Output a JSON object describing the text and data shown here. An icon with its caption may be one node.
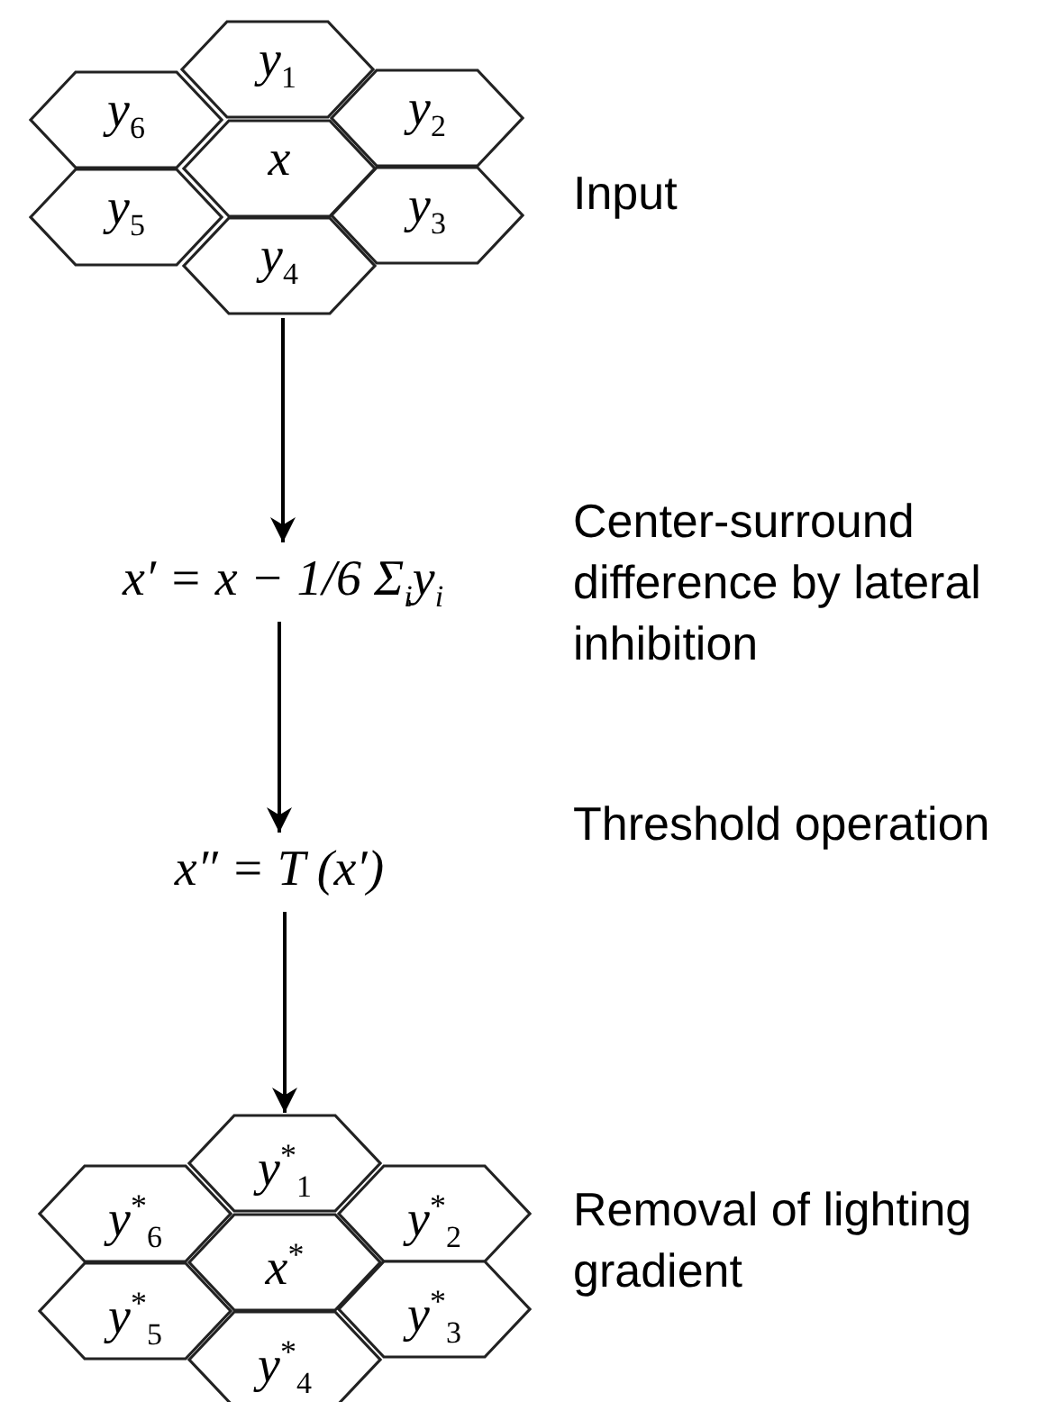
{
  "diagram": {
    "nodes": [
      {
        "text": [
          "y$_{1}$"
        ]
      },
      {
        "text": [
          "y$_{6}$"
        ]
      },
      {
        "text": [
          "y$_{2}$"
        ]
      },
      {
        "text": [
          "x"
        ]
      },
      {
        "text": [
          "y$_{5}$"
        ]
      },
      {
        "text": [
          "y$_{3}$"
        ]
      },
      {
        "text": [
          "y$_{4}$"
        ]
      },
      {
        "text": [
          "x′ = x − 1/6 Σ$_{i}$y$_{i}$"
        ]
      },
      {
        "text": [
          "x″ = T (x′)"
        ]
      },
      {
        "text": [
          "y$^{*}$$_{1}$"
        ]
      },
      {
        "text": [
          "y$^{*}$$_{6}$"
        ]
      },
      {
        "text": [
          "y$^{*}$$_{2}$"
        ]
      },
      {
        "text": [
          "x$^{*}$"
        ]
      },
      {
        "text": [
          "y$^{*}$$_{5}$"
        ]
      },
      {
        "text": [
          "y$^{*}$$_{3}$"
        ]
      },
      {
        "text": [
          "y$^{*}$$_{4}$"
        ]
      }
    ],
    "edges": [
      {
        "from": 6,
        "to": 7,
        "arrow": "to"
      },
      {
        "from": 7,
        "to": 8,
        "arrow": "to"
      },
      {
        "from": 8,
        "to": 9,
        "arrow": "to"
      }
    ],
    "labels": [
      "Input",
      "Center-surround difference by lateral inhibition",
      "Threshold operation",
      "Removal of lighting gradient"
    ]
  }
}
